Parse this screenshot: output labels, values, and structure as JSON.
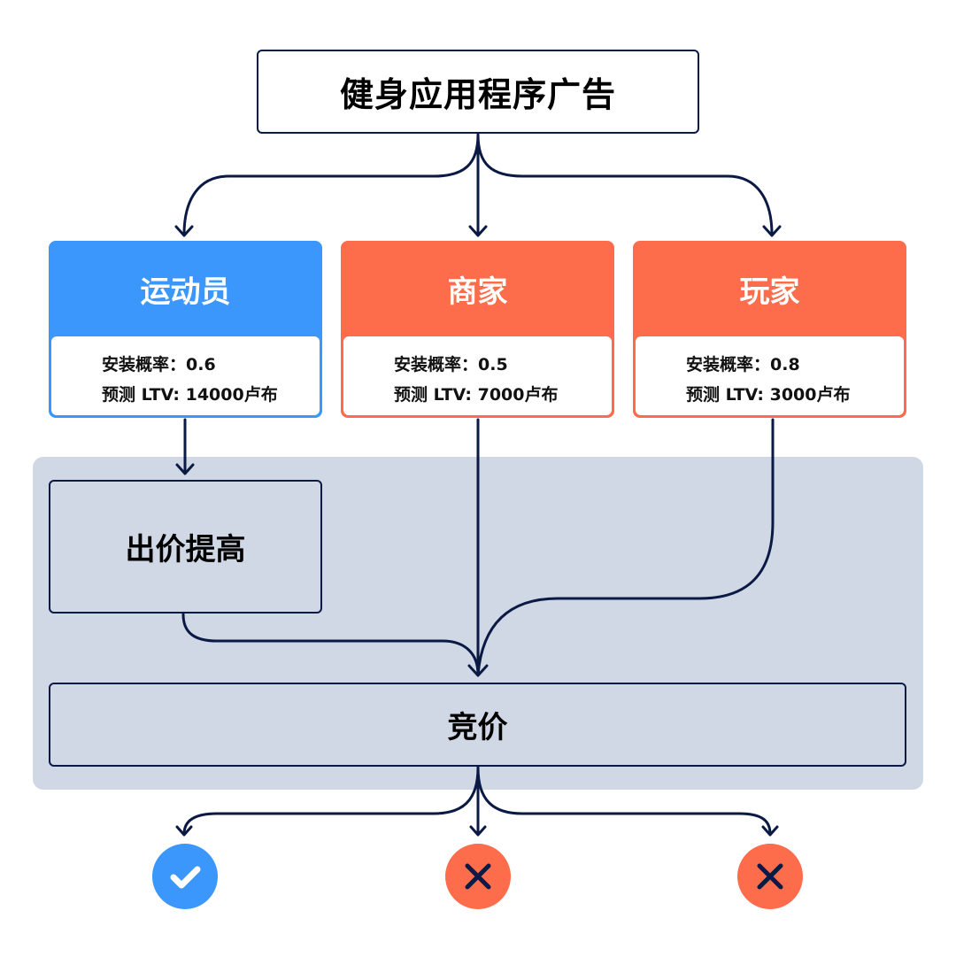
{
  "title": "健身应用程序广告",
  "segments": [
    {
      "name": "运动员",
      "install_rate_label": "安装概率：",
      "install_rate": "0.6",
      "ltv_label": "预测 LTV: ",
      "ltv": "14000卢布",
      "color": "#3b97fb"
    },
    {
      "name": "商家",
      "install_rate_label": "安装概率：",
      "install_rate": "0.5",
      "ltv_label": "预测 LTV: ",
      "ltv": "7000卢布",
      "color": "#fd6c4b"
    },
    {
      "name": "玩家",
      "install_rate_label": "安装概率：",
      "install_rate": "0.8",
      "ltv_label": "预测 LTV: ",
      "ltv": "3000卢布",
      "color": "#fd6c4b"
    }
  ],
  "bid_boost": "出价提高",
  "auction": "竞价",
  "outcomes": [
    {
      "icon": "check-icon",
      "result": "win",
      "color": "#3b97fb"
    },
    {
      "icon": "cross-icon",
      "result": "lose",
      "color": "#fd6c4b"
    },
    {
      "icon": "cross-icon",
      "result": "lose",
      "color": "#fd6c4b"
    }
  ],
  "colors": {
    "line": "#0b1a44",
    "panel": "#d0d7e5",
    "blue": "#3b97fb",
    "orange": "#fd6c4b"
  }
}
